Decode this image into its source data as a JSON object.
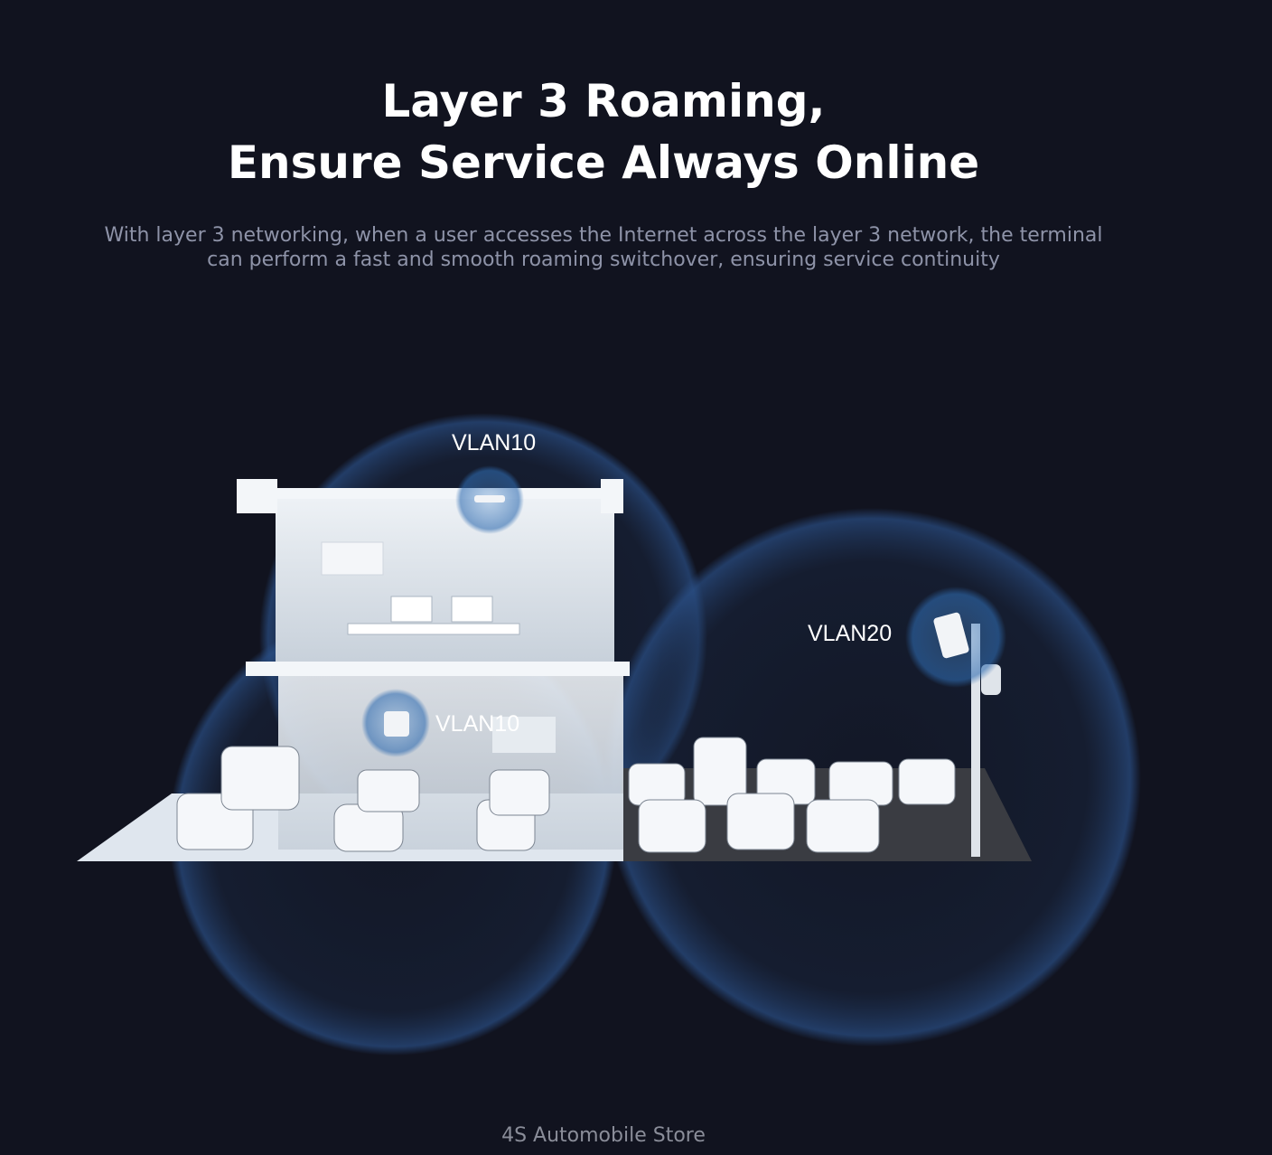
{
  "header": {
    "title_line1": "Layer 3 Roaming,",
    "title_line2": "Ensure Service Always Online",
    "subtitle_line1": "With layer 3 networking, when a user accesses the Internet across the layer 3 network, the terminal",
    "subtitle_line2": "can perform a fast and smooth roaming switchover, ensuring service continuity"
  },
  "illustration": {
    "ap_labels": [
      "VLAN10",
      "VLAN10",
      "VLAN20"
    ],
    "caption": "4S Automobile Store",
    "colors": {
      "background": "#11131f",
      "coverage": "#2a4f86",
      "building": "#dfe6ee"
    }
  }
}
